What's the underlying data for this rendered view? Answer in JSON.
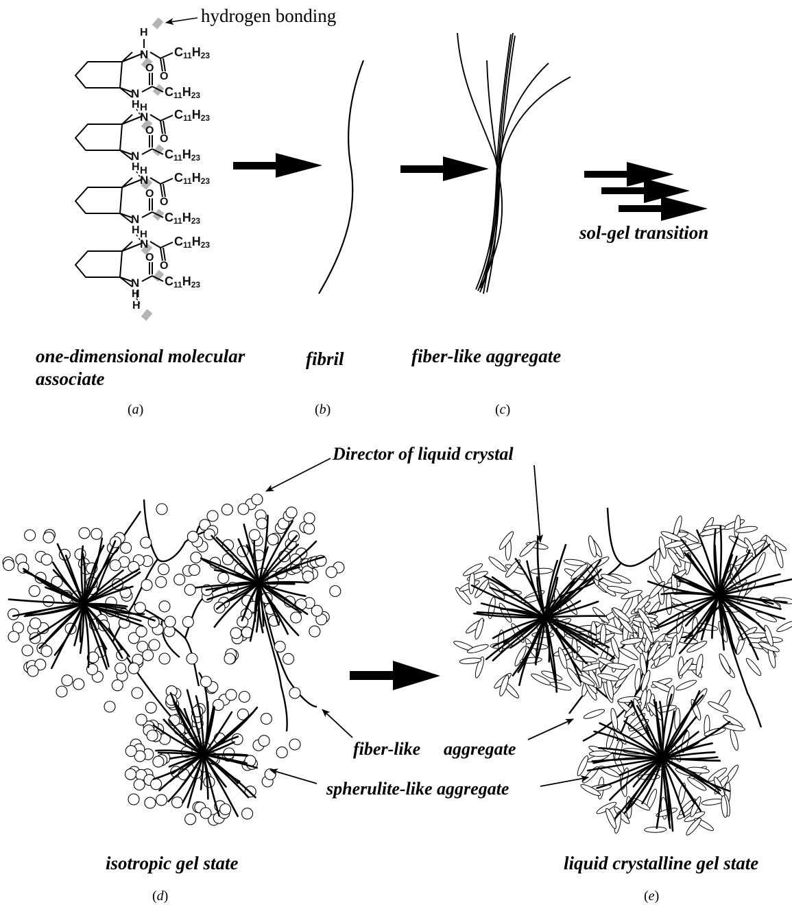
{
  "labels": {
    "hydrogen_bonding": "hydrogen bonding",
    "molecular_associate_line1": "one-dimensional molecular",
    "molecular_associate_line2": "associate",
    "fibril": "fibril",
    "fiber_like_aggregate": "fiber-like aggregate",
    "sol_gel_transition": "sol-gel transition",
    "director": "Director of liquid crystal",
    "fiber_like": "fiber-like",
    "aggregate": "aggregate",
    "spherulite": "spherulite-like aggregate",
    "isotropic": "isotropic gel state",
    "liquid_crystalline": "liquid crystalline gel state"
  },
  "captions": {
    "a": "a",
    "b": "b",
    "c": "c",
    "d": "d",
    "e": "e"
  },
  "chemistry": {
    "atom_N": "N",
    "atom_H": "H",
    "atom_O": "O",
    "chain_C": "C",
    "chain_sub1": "11",
    "chain_H": "H",
    "chain_sub2": "23"
  },
  "colors": {
    "ink": "#000000",
    "hbond": "#b4b4b4",
    "background": "#ffffff"
  }
}
